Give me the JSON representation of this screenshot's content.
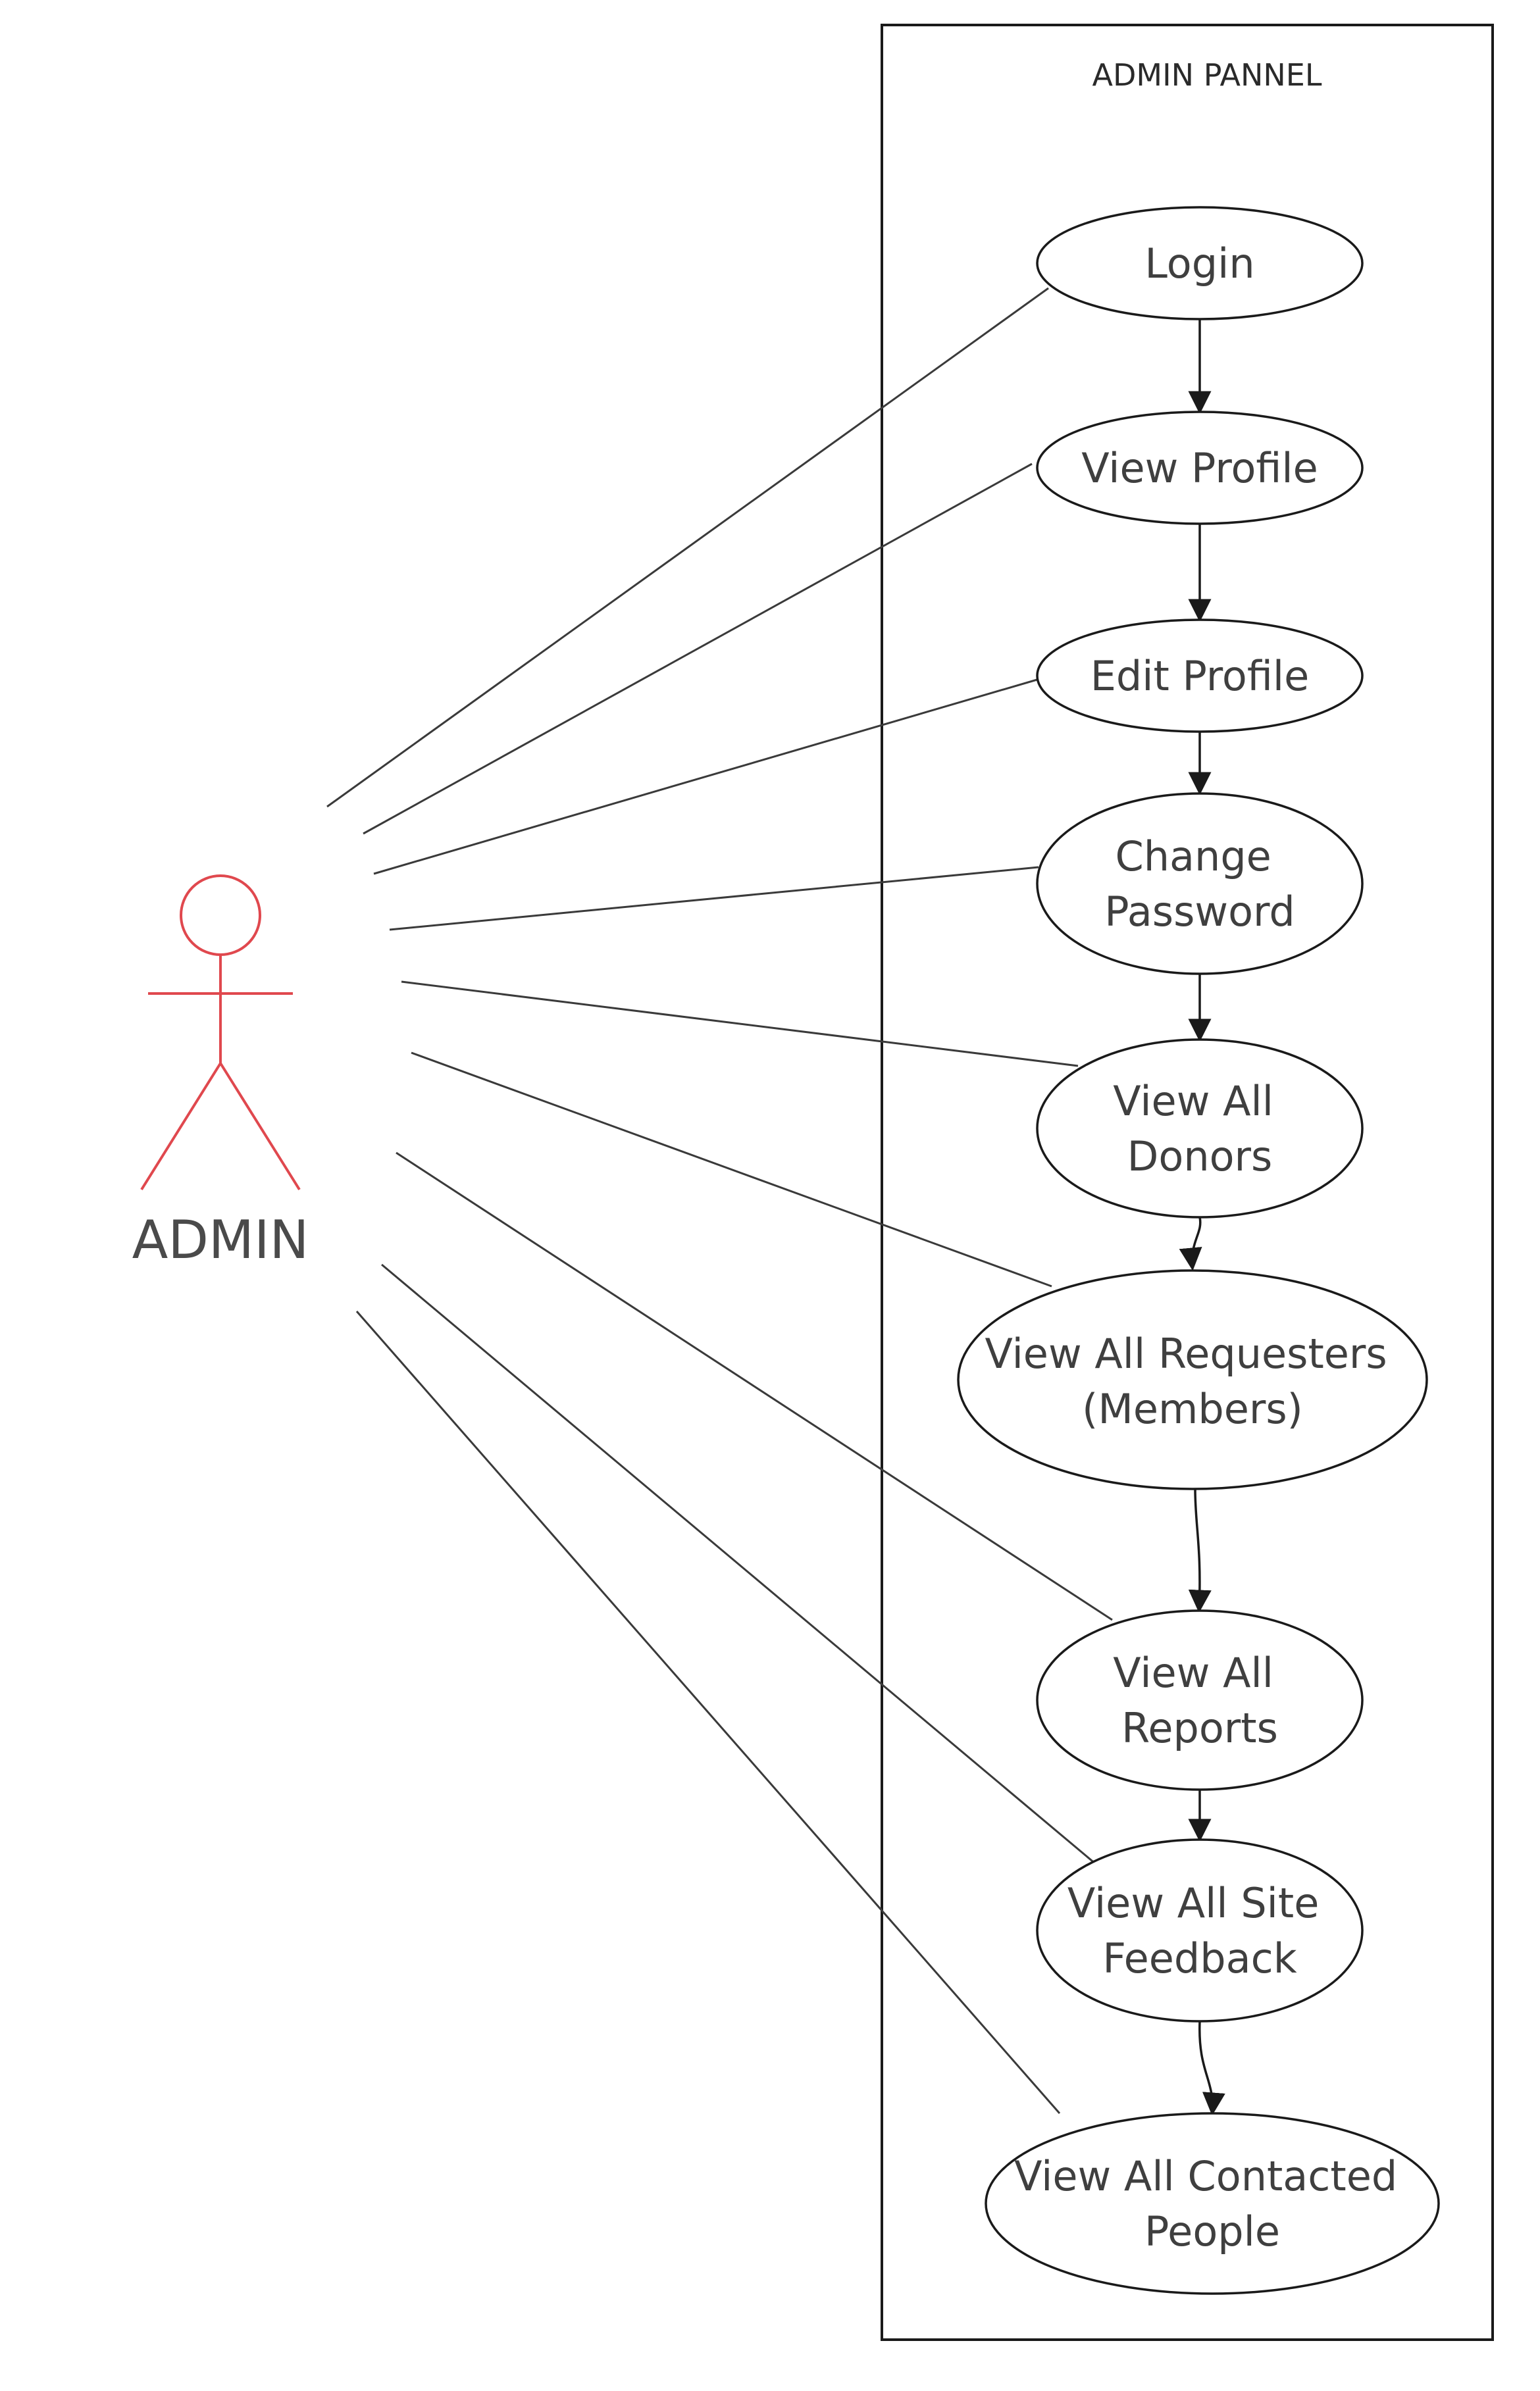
{
  "boundary": {
    "title": "ADMIN PANNEL"
  },
  "actor": {
    "name": "ADMIN",
    "color": "#e0484e"
  },
  "use_cases": [
    {
      "id": "login",
      "lines": [
        "Login"
      ]
    },
    {
      "id": "view-profile",
      "lines": [
        "View Profile"
      ]
    },
    {
      "id": "edit-profile",
      "lines": [
        "Edit Profile"
      ]
    },
    {
      "id": "change-password",
      "lines": [
        "Change",
        "Password"
      ]
    },
    {
      "id": "view-all-donors",
      "lines": [
        "View All",
        "Donors"
      ]
    },
    {
      "id": "view-all-requesters",
      "lines": [
        "View All Requesters",
        "(Members)"
      ]
    },
    {
      "id": "view-all-reports",
      "lines": [
        "View All",
        "Reports"
      ]
    },
    {
      "id": "view-all-site-feedback",
      "lines": [
        "View All Site",
        "Feedback"
      ]
    },
    {
      "id": "view-all-contacted-people",
      "lines": [
        "View All Contacted",
        "People"
      ]
    }
  ]
}
